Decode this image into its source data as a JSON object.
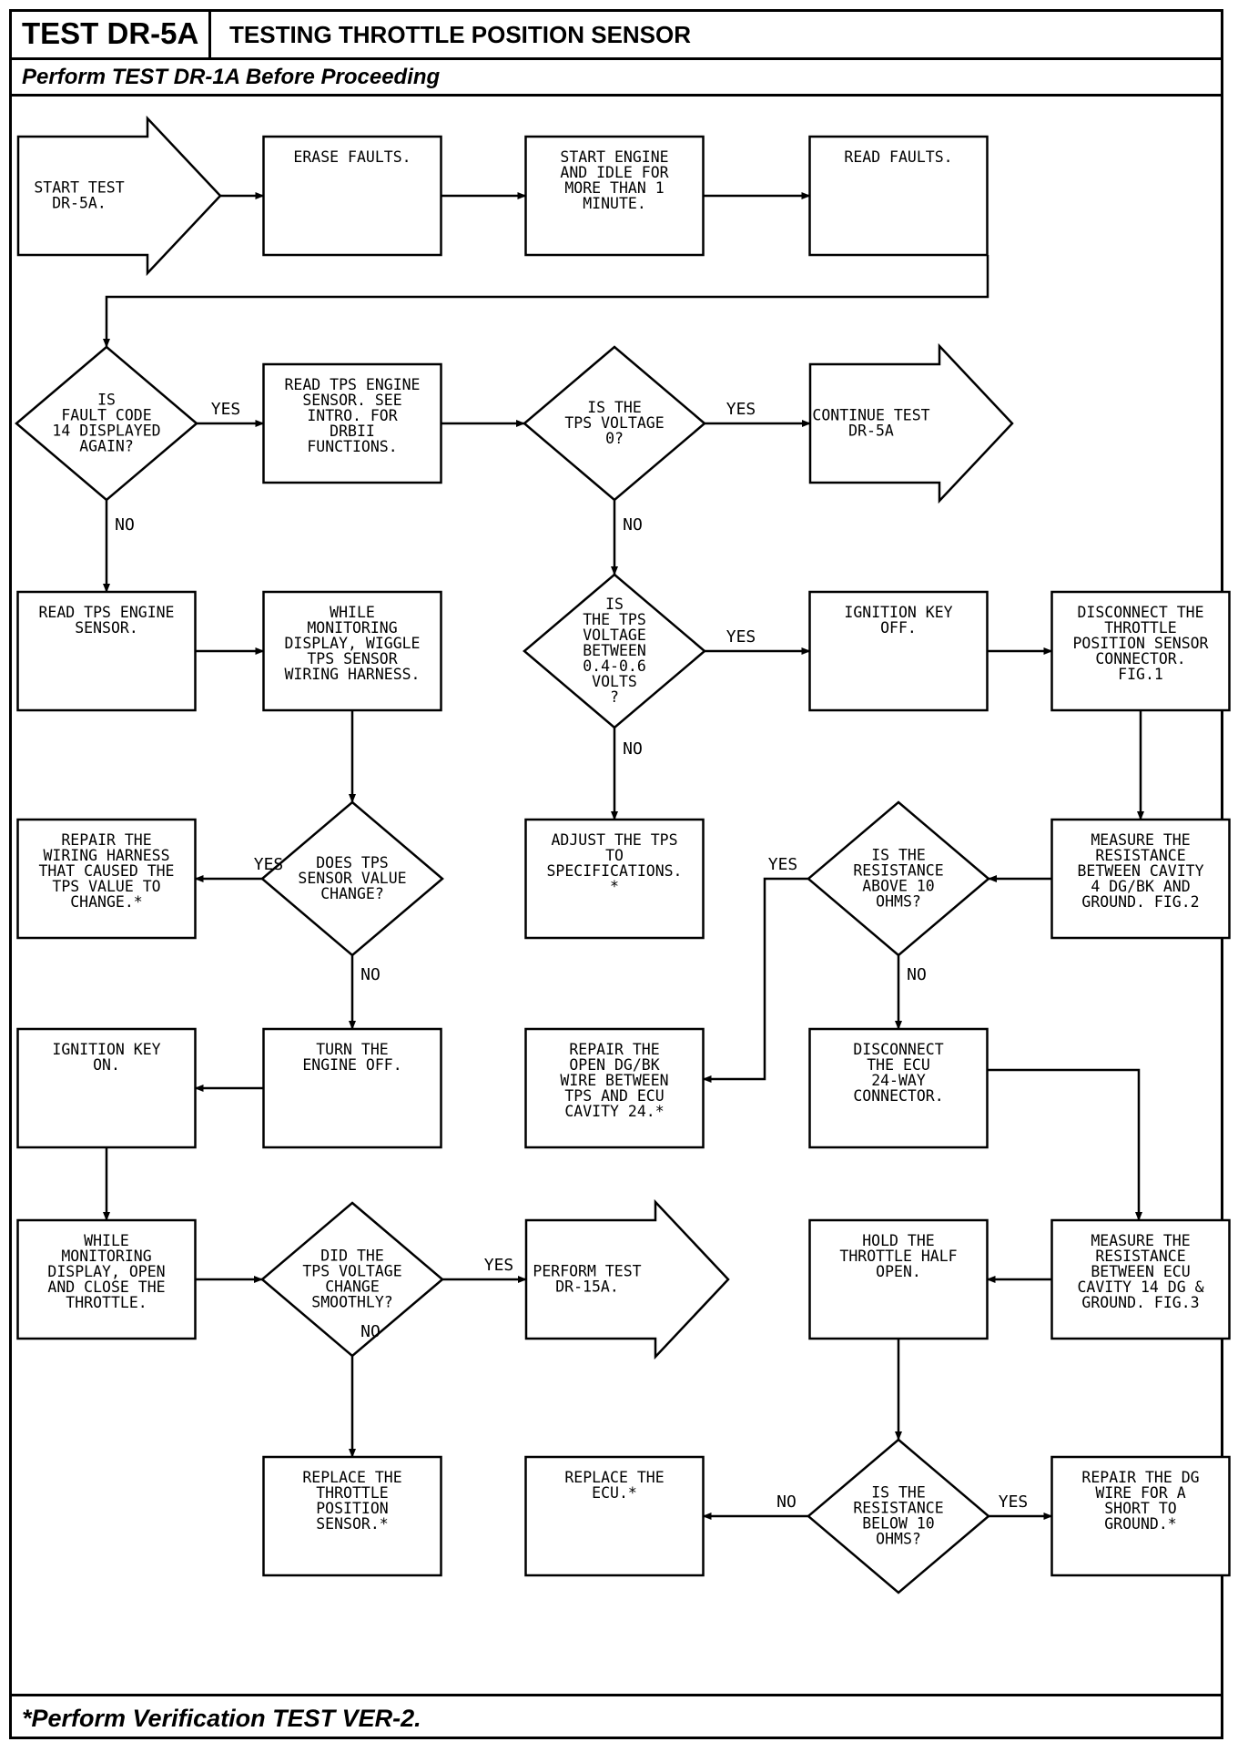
{
  "header": {
    "test_id": "TEST DR-5A",
    "title": "TESTING THROTTLE POSITION SENSOR",
    "prereq": "Perform TEST DR-1A Before Proceeding"
  },
  "footer": {
    "note": "*Perform Verification TEST VER-2."
  },
  "nodes": {
    "start": [
      "START TEST",
      "DR-5A."
    ],
    "erase_faults": [
      "ERASE FAULTS."
    ],
    "start_engine": [
      "START ENGINE",
      "AND IDLE FOR",
      "MORE THAN 1",
      "MINUTE."
    ],
    "read_faults": [
      "READ FAULTS."
    ],
    "fault14": [
      "IS",
      "FAULT CODE",
      "14 DISPLAYED",
      "AGAIN?"
    ],
    "read_tps_see_intro": [
      "READ TPS ENGINE",
      "SENSOR. SEE",
      "INTRO. FOR",
      "DRBII",
      "FUNCTIONS."
    ],
    "tps_zero": [
      "IS THE",
      "TPS VOLTAGE",
      "0?"
    ],
    "continue_test": [
      "CONTINUE TEST",
      "DR-5A"
    ],
    "read_tps": [
      "READ TPS ENGINE",
      "SENSOR."
    ],
    "wiggle": [
      "WHILE",
      "MONITORING",
      "DISPLAY, WIGGLE",
      "TPS SENSOR",
      "WIRING HARNESS."
    ],
    "tps_range": [
      "IS",
      "THE TPS",
      "VOLTAGE",
      "BETWEEN",
      "0.4-0.6",
      "VOLTS",
      "?"
    ],
    "ign_off": [
      "IGNITION KEY",
      "OFF."
    ],
    "disconnect_tps": [
      "DISCONNECT THE",
      "THROTTLE",
      "POSITION SENSOR",
      "CONNECTOR.",
      "FIG.1"
    ],
    "repair_harness": [
      "REPAIR THE",
      "WIRING HARNESS",
      "THAT CAUSED THE",
      "TPS VALUE TO",
      "CHANGE.*"
    ],
    "value_change": [
      "DOES TPS",
      "SENSOR VALUE",
      "CHANGE?"
    ],
    "adjust_tps": [
      "ADJUST THE TPS",
      "TO",
      "SPECIFICATIONS.",
      "*"
    ],
    "res_above10": [
      "IS THE",
      "RESISTANCE",
      "ABOVE 10",
      "OHMS?"
    ],
    "measure_cav4": [
      "MEASURE THE",
      "RESISTANCE",
      "BETWEEN CAVITY",
      "4 DG/BK AND",
      "GROUND. FIG.2"
    ],
    "ign_on": [
      "IGNITION KEY",
      "ON."
    ],
    "engine_off": [
      "TURN THE",
      "ENGINE OFF."
    ],
    "repair_open": [
      "REPAIR THE",
      "OPEN DG/BK",
      "WIRE BETWEEN",
      "TPS AND ECU",
      "CAVITY 24.*"
    ],
    "disconnect_ecu": [
      "DISCONNECT",
      "THE ECU",
      "24-WAY",
      "CONNECTOR."
    ],
    "open_close": [
      "WHILE",
      "MONITORING",
      "DISPLAY, OPEN",
      "AND CLOSE THE",
      "THROTTLE."
    ],
    "smooth": [
      "DID THE",
      "TPS VOLTAGE",
      "CHANGE",
      "SMOOTHLY?"
    ],
    "perform_15a": [
      "PERFORM TEST",
      "DR-15A."
    ],
    "hold_half": [
      "HOLD THE",
      "THROTTLE HALF",
      "OPEN."
    ],
    "measure_cav14": [
      "MEASURE THE",
      "RESISTANCE",
      "BETWEEN ECU",
      "CAVITY 14 DG &",
      "GROUND. FIG.3"
    ],
    "replace_tps": [
      "REPLACE THE",
      "THROTTLE",
      "POSITION",
      "SENSOR.*"
    ],
    "replace_ecu": [
      "REPLACE THE",
      "ECU.*"
    ],
    "res_below10": [
      "IS THE",
      "RESISTANCE",
      "BELOW 10",
      "OHMS?"
    ],
    "repair_short": [
      "REPAIR THE DG",
      "WIRE FOR A",
      "SHORT TO",
      "GROUND.*"
    ]
  },
  "labels": {
    "yes": "YES",
    "no": "NO"
  }
}
